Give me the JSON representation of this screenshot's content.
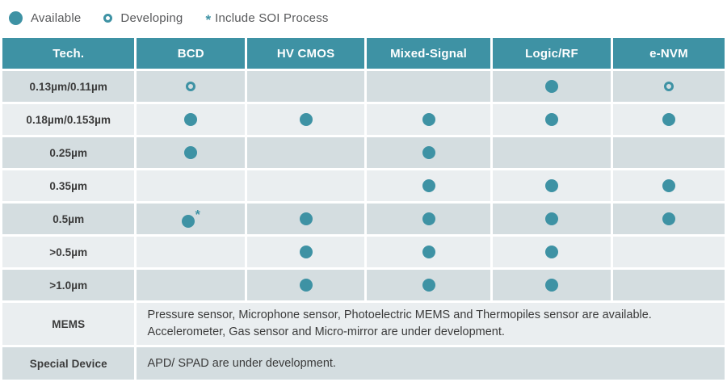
{
  "colors": {
    "teal": "#3E92A4",
    "row_dark": "#D4DDE0",
    "row_light": "#EAEEF0",
    "header_text": "#FFFFFF",
    "label_text": "#3B3B3B",
    "legend_text": "#58595B"
  },
  "legend": {
    "available_label": "Available",
    "developing_label": "Developing",
    "soi_symbol": "*",
    "soi_label": "Include SOI Process"
  },
  "table": {
    "headers": [
      "Tech.",
      "BCD",
      "HV CMOS",
      "Mixed-Signal",
      "Logic/RF",
      "e-NVM"
    ],
    "status_values": {
      "available": "filled dot",
      "developing": "open circle",
      "available-soi": "filled dot with asterisk",
      "": "empty"
    },
    "rows": [
      {
        "label": "0.13µm/0.11µm",
        "cells": [
          "developing",
          "",
          "",
          "available",
          "developing"
        ]
      },
      {
        "label": "0.18µm/0.153µm",
        "cells": [
          "available",
          "available",
          "available",
          "available",
          "available"
        ]
      },
      {
        "label": "0.25µm",
        "cells": [
          "available",
          "",
          "available",
          "",
          ""
        ]
      },
      {
        "label": "0.35µm",
        "cells": [
          "",
          "",
          "available",
          "available",
          "available"
        ]
      },
      {
        "label": "0.5µm",
        "cells": [
          "available-soi",
          "available",
          "available",
          "available",
          "available"
        ]
      },
      {
        "label": ">0.5µm",
        "cells": [
          "",
          "available",
          "available",
          "available",
          ""
        ]
      },
      {
        "label": ">1.0µm",
        "cells": [
          "",
          "available",
          "available",
          "available",
          ""
        ]
      }
    ],
    "text_rows": [
      {
        "label": "MEMS",
        "lines": [
          "Pressure sensor, Microphone sensor, Photoelectric MEMS and Thermopiles sensor are available.",
          "Accelerometer, Gas sensor and Micro-mirror are under development."
        ]
      },
      {
        "label": "Special Device",
        "lines": [
          "APD/ SPAD are under development."
        ]
      }
    ]
  }
}
